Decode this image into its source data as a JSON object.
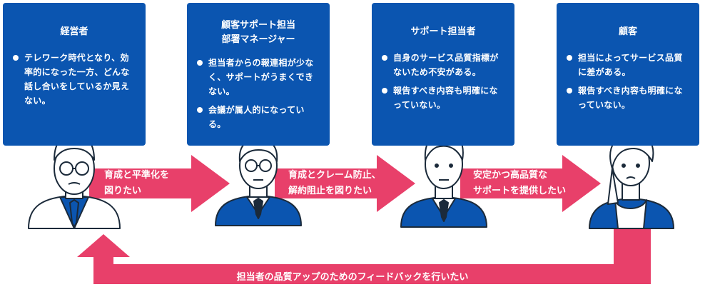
{
  "stakeholders": [
    {
      "title_lines": [
        "経営者"
      ],
      "bullets": [
        "テレワーク時代となり、効率的になった一方、どんな話し合いをしているか見えない。"
      ]
    },
    {
      "title_lines": [
        "顧客サポート担当",
        "部署マネージャー"
      ],
      "bullets": [
        "担当者からの報連相が少なく、サポートがうまくできない。",
        "会議が属人的になっている。"
      ]
    },
    {
      "title_lines": [
        "サポート担当者"
      ],
      "bullets": [
        "自身のサービス品質指標がないため不安がある。",
        "報告すべき内容も明確になっていない。"
      ]
    },
    {
      "title_lines": [
        "顧客"
      ],
      "bullets": [
        "担当によってサービス品質に差がある。",
        "報告すべき内容も明確になっていない。"
      ]
    }
  ],
  "flows": [
    {
      "lines": [
        "育成と平準化を",
        "図りたい"
      ]
    },
    {
      "lines": [
        "育成とクレーム防止、",
        "解約阻止を図りたい"
      ]
    },
    {
      "lines": [
        "安定かつ高品質な",
        "サポートを提供したい"
      ]
    }
  ],
  "feedback": "担当者の品質アップのためのフィードバックを行いたい",
  "colors": {
    "box": "#0b55b0",
    "arrow": "#e8406a"
  }
}
